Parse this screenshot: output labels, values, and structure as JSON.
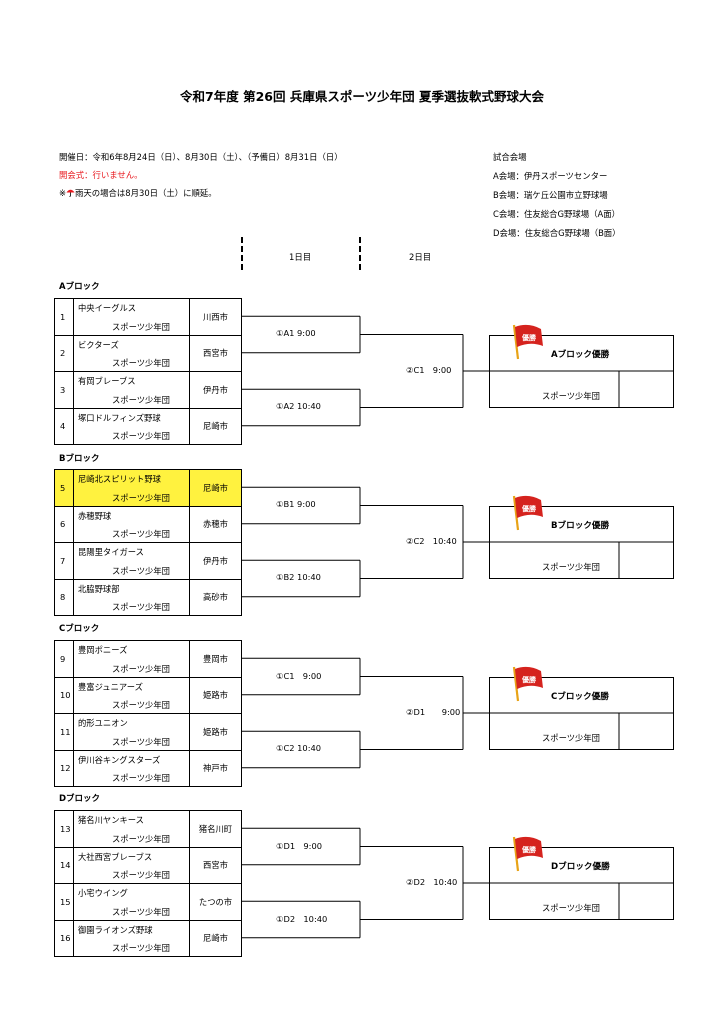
{
  "title": "令和7年度 第26回 兵庫県スポーツ少年団 夏季選抜軟式野球大会",
  "info": {
    "dates": "開催日：令和6年8月24日（日）、8月30日（土）、（予備日）8月31日（日）",
    "opening": "開会式：行いません。",
    "rain_prefix": "※",
    "rain_text": "雨天の場合は8月30日（土）に順延。"
  },
  "venues": {
    "heading": "試合会場",
    "items": [
      "A会場：伊丹スポーツセンター",
      "B会場：瑞ケ丘公園市立野球場",
      "C会場：住友総合G野球場（A面）",
      "D会場：住友総合G野球場（B面）"
    ]
  },
  "days": {
    "day1": "1日目",
    "day2": "2日目"
  },
  "blocks": [
    {
      "name": "Aブロック",
      "teams": [
        {
          "num": "1",
          "name": "中央イーグルス",
          "suffix": "スポーツ少年団",
          "city": "川西市",
          "highlight": false
        },
        {
          "num": "2",
          "name": "ビクターズ",
          "suffix": "スポーツ少年団",
          "city": "西宮市",
          "highlight": false
        },
        {
          "num": "3",
          "name": "有岡ブレーブス",
          "suffix": "スポーツ少年団",
          "city": "伊丹市",
          "highlight": false
        },
        {
          "num": "4",
          "name": "塚口ドルフィンズ野球",
          "suffix": "スポーツ少年団",
          "city": "尼崎市",
          "highlight": false
        }
      ],
      "match1": "①A1 9:00",
      "match2": "①A2 10:40",
      "final": "②C1　9:00",
      "result_title": "Aブロック優勝",
      "result_suffix": "スポーツ少年団",
      "flag_text": "優勝"
    },
    {
      "name": "Bブロック",
      "teams": [
        {
          "num": "5",
          "name": "尼崎北スピリット野球",
          "suffix": "スポーツ少年団",
          "city": "尼崎市",
          "highlight": true
        },
        {
          "num": "6",
          "name": "赤穂野球",
          "suffix": "スポーツ少年団",
          "city": "赤穂市",
          "highlight": false
        },
        {
          "num": "7",
          "name": "昆陽里タイガース",
          "suffix": "スポーツ少年団",
          "city": "伊丹市",
          "highlight": false
        },
        {
          "num": "8",
          "name": "北脇野球部",
          "suffix": "スポーツ少年団",
          "city": "高砂市",
          "highlight": false
        }
      ],
      "match1": "①B1 9:00",
      "match2": "①B2 10:40",
      "final": "②C2　10:40",
      "result_title": "Bブロック優勝",
      "result_suffix": "スポーツ少年団",
      "flag_text": "優勝"
    },
    {
      "name": "Cブロック",
      "teams": [
        {
          "num": "9",
          "name": "豊岡ポニーズ",
          "suffix": "スポーツ少年団",
          "city": "豊岡市",
          "highlight": false
        },
        {
          "num": "10",
          "name": "豊富ジュニアーズ",
          "suffix": "スポーツ少年団",
          "city": "姫路市",
          "highlight": false
        },
        {
          "num": "11",
          "name": "的形ユニオン",
          "suffix": "スポーツ少年団",
          "city": "姫路市",
          "highlight": false
        },
        {
          "num": "12",
          "name": "伊川谷キングスターズ",
          "suffix": "スポーツ少年団",
          "city": "神戸市",
          "highlight": false
        }
      ],
      "match1": "①C1　9:00",
      "match2": "①C2 10:40",
      "final": "②D1　　9:00",
      "result_title": "Cブロック優勝",
      "result_suffix": "スポーツ少年団",
      "flag_text": "優勝"
    },
    {
      "name": "Dブロック",
      "teams": [
        {
          "num": "13",
          "name": "猪名川ヤンキース",
          "suffix": "スポーツ少年団",
          "city": "猪名川町",
          "highlight": false
        },
        {
          "num": "14",
          "name": "大社西宮ブレーブス",
          "suffix": "スポーツ少年団",
          "city": "西宮市",
          "highlight": false
        },
        {
          "num": "15",
          "name": "小宅ウイング",
          "suffix": "スポーツ少年団",
          "city": "たつの市",
          "highlight": false
        },
        {
          "num": "16",
          "name": "御園ライオンズ野球",
          "suffix": "スポーツ少年団",
          "city": "尼崎市",
          "highlight": false
        }
      ],
      "match1": "①D1　9:00",
      "match2": "①D2　10:40",
      "final": "②D2　10:40",
      "result_title": "Dブロック優勝",
      "result_suffix": "スポーツ少年団",
      "flag_text": "優勝"
    }
  ],
  "colors": {
    "highlight": "#fff23f",
    "notice_red": "#e8191f",
    "flag_red": "#d5231e",
    "flag_pole": "#e8a317"
  }
}
